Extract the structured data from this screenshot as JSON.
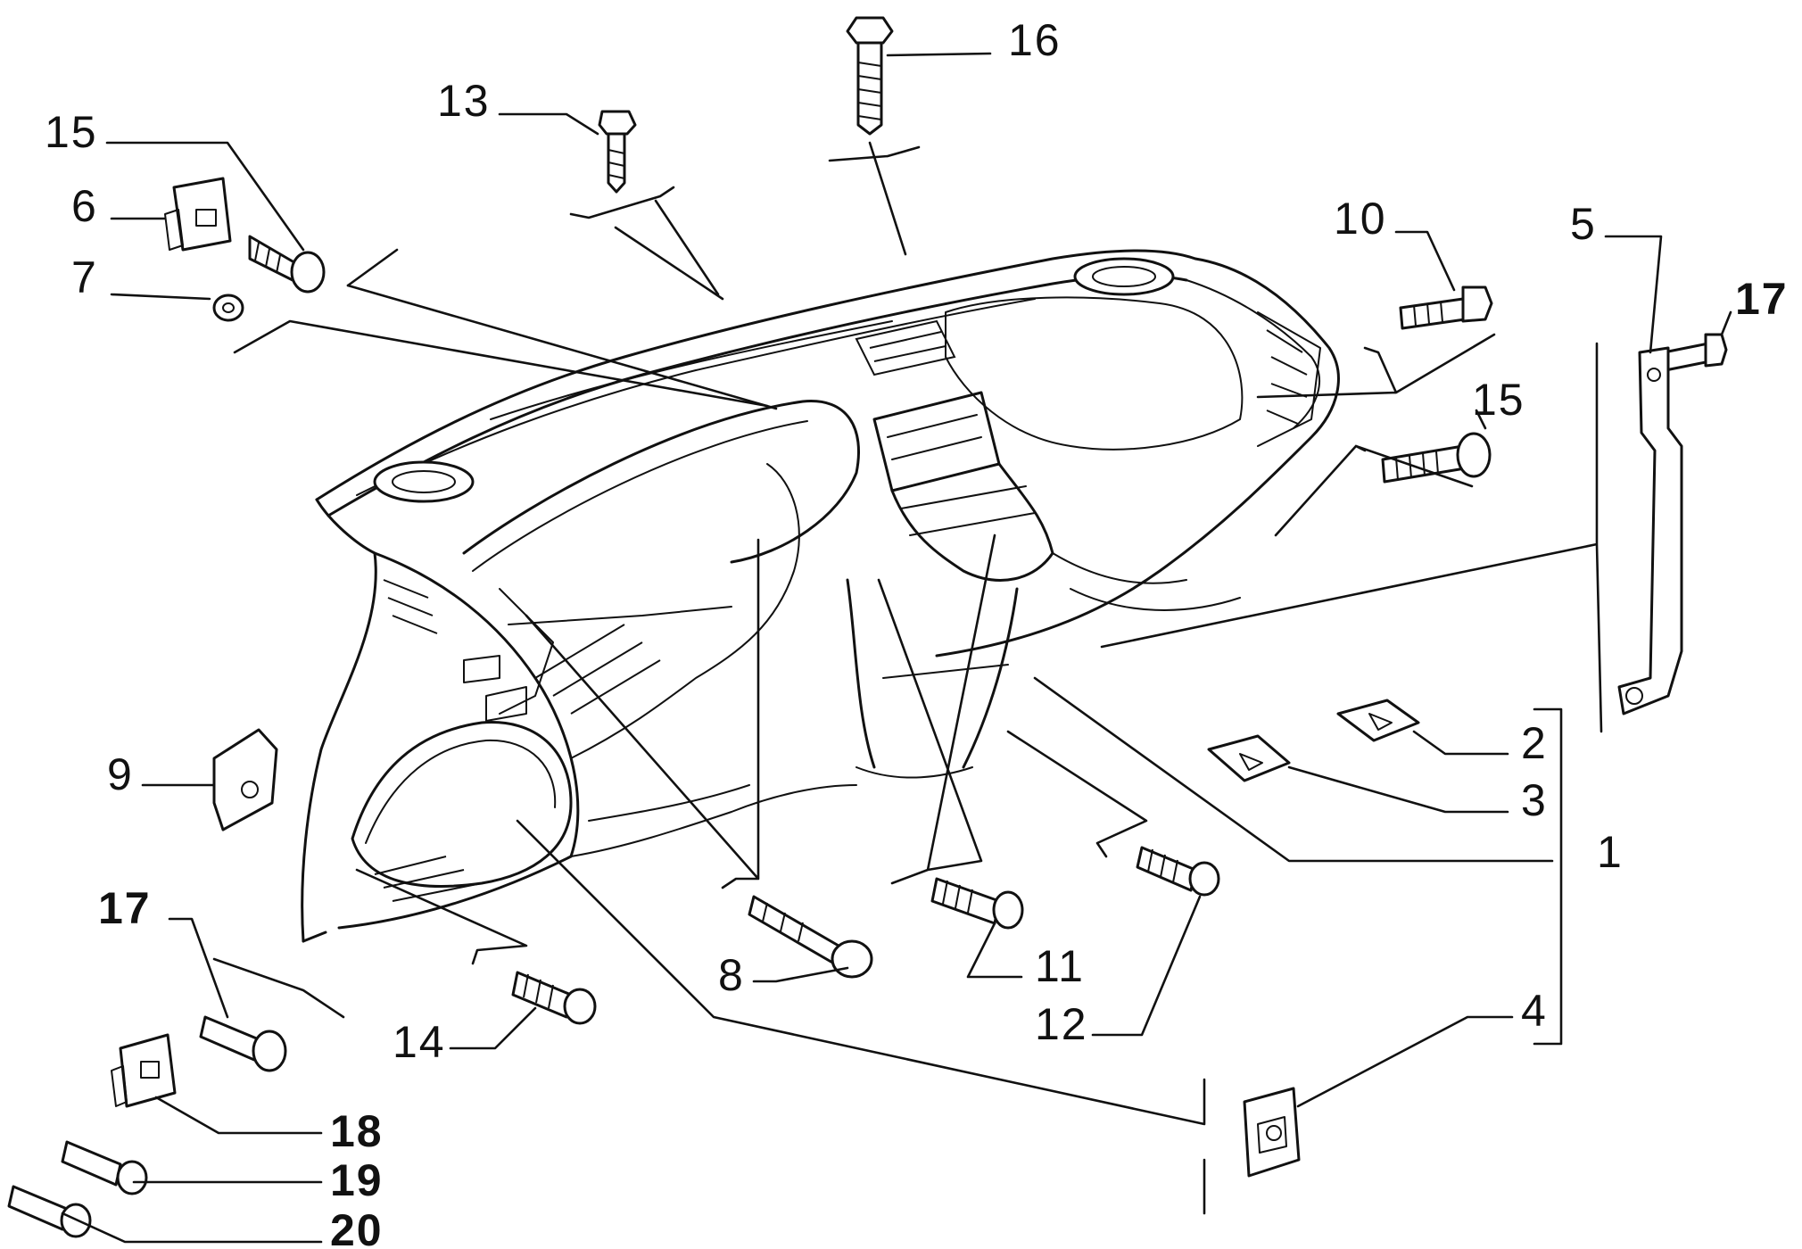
{
  "callouts": {
    "c1": "1",
    "c2": "2",
    "c3": "3",
    "c4": "4",
    "c5": "5",
    "c6": "6",
    "c7": "7",
    "c8": "8",
    "c9": "9",
    "c10": "10",
    "c11": "11",
    "c12": "12",
    "c13": "13",
    "c14": "14",
    "c15a": "15",
    "c15b": "15",
    "c16": "16",
    "c17a": "17",
    "c17b": "17",
    "c18": "18",
    "c19": "19",
    "c20": "20"
  }
}
